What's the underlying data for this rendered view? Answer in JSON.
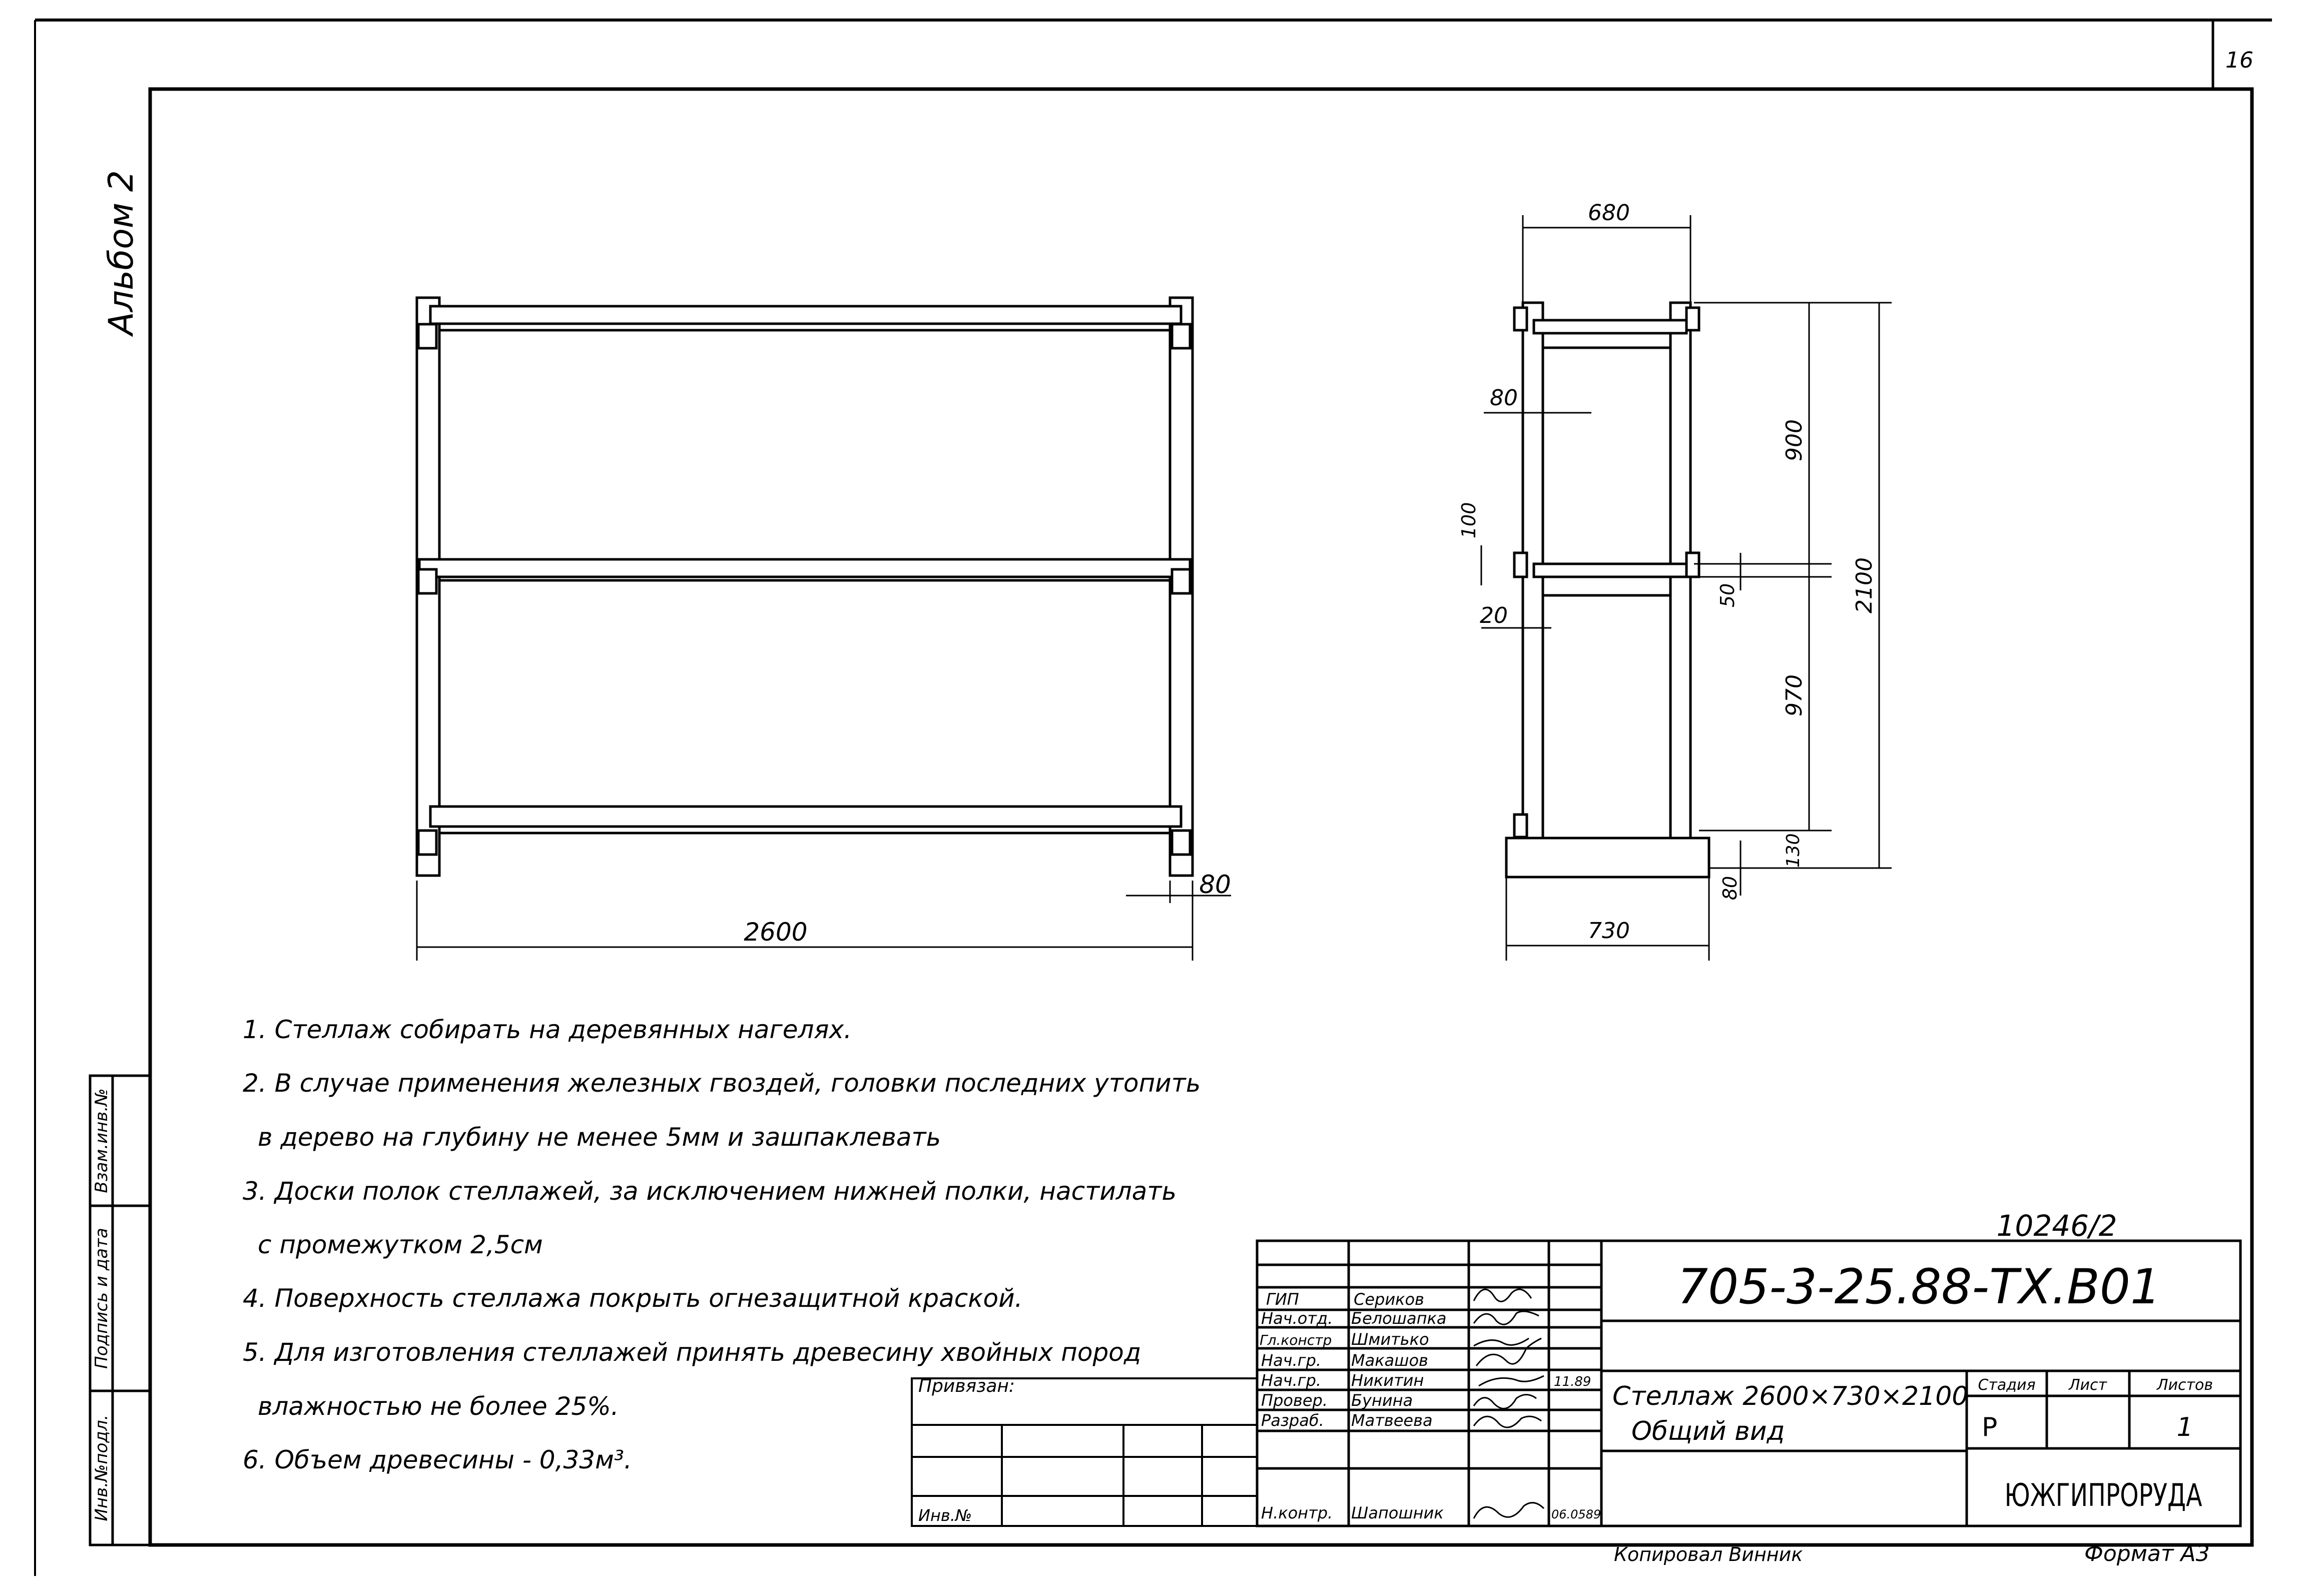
{
  "sheet": {
    "corner_number": "16",
    "album": "Альбом 2",
    "handwritten_number": "10246/2",
    "format": "Формат А3",
    "copied_by": "Копировал Винник"
  },
  "dimensions_front": {
    "width": "2600",
    "post": "80"
  },
  "dimensions_side": {
    "top_width": "680",
    "post_width": "80",
    "board_thickness": "100",
    "gap": "20",
    "shelf_height_upper": "900",
    "shelf_thickness": "50",
    "shelf_height_lower": "970",
    "bottom_shelf": "130",
    "base": "80",
    "total_height": "2100",
    "base_width": "730"
  },
  "notes": [
    "1. Стеллаж собирать на деревянных нагелях.",
    "2. В случае применения железных гвоздей, головки последних утопить",
    "в дерево на глубину не менее 5мм и зашпаклевать",
    "3. Доски полок стеллажей, за исключением нижней полки, настилать",
    "с промежутком 2,5см",
    "4. Поверхность стеллажа покрыть огнезащитной краской.",
    "5. Для изготовления стеллажей принять древесину хвойных пород",
    "влажностью не более 25%.",
    "6. Объем древесины - 0,33м³."
  ],
  "left_margin": {
    "inv_podl": "Инв.№подл.",
    "podpis_data": "Подпись и дата",
    "vzam_inv": "Взам.инв.№"
  },
  "binding": {
    "privyazan": "Привязан:",
    "inv_no": "Инв.№"
  },
  "title_block": {
    "designation": "705-3-25.88-ТХ.В01",
    "title_line1": "Стеллаж 2600×730×2100",
    "title_line2": "Общий вид",
    "stage_label": "Стадия",
    "sheet_label": "Лист",
    "sheets_label": "Листов",
    "stage": "Р",
    "sheets": "1",
    "organization": "ЮЖГИПРОРУДА",
    "signatures": [
      {
        "role": "ГИП",
        "name": "Сериков"
      },
      {
        "role": "Нач.отд.",
        "name": "Белошапка"
      },
      {
        "role": "Гл.констр",
        "name": "Шмитько"
      },
      {
        "role": "Нач.гр.",
        "name": "Макашов"
      },
      {
        "role": "Нач.гр.",
        "name": "Никитин",
        "date": "11.89"
      },
      {
        "role": "Провер.",
        "name": "Бунина"
      },
      {
        "role": "Разраб.",
        "name": "Матвеева"
      },
      {
        "role": "Н.контр.",
        "name": "Шапошник",
        "date": "06.0589"
      }
    ]
  }
}
